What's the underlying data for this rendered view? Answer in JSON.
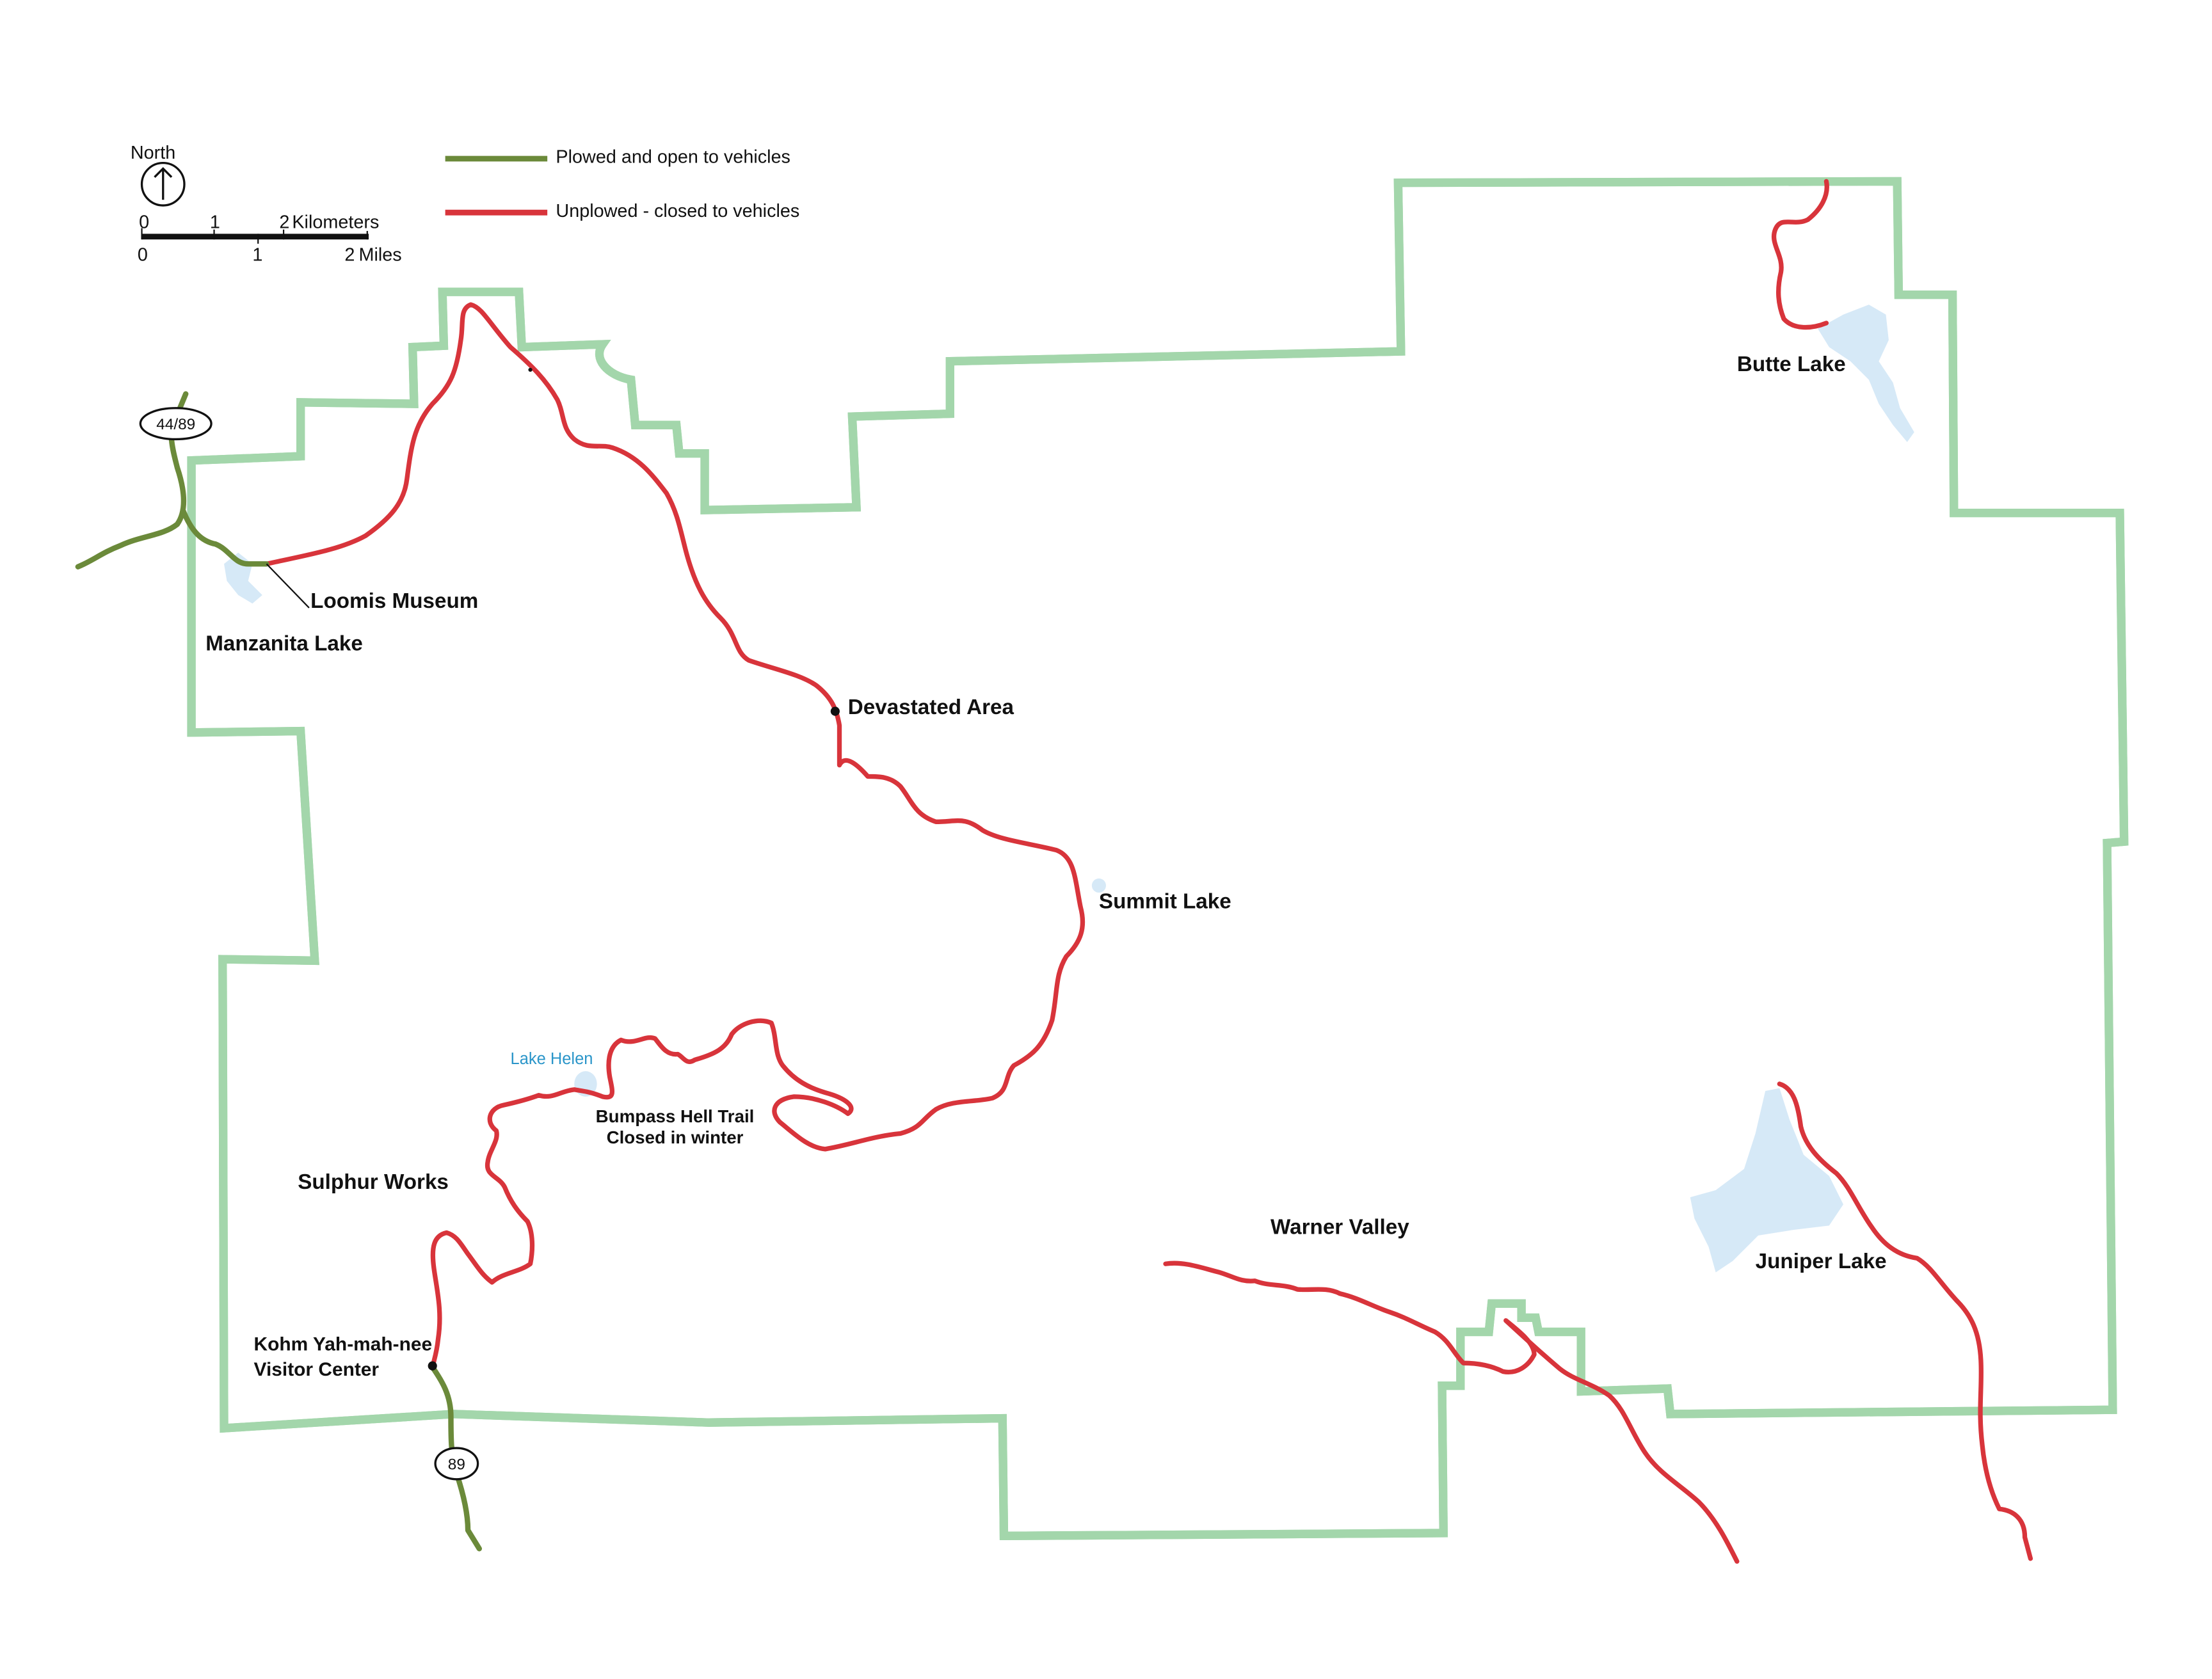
{
  "legend": {
    "north_label": "North",
    "scale_km": {
      "ticks": [
        "0",
        "1",
        "2"
      ],
      "unit": "Kilometers"
    },
    "scale_mi": {
      "ticks": [
        "0",
        "1",
        "2"
      ],
      "unit": "Miles"
    },
    "items": [
      {
        "label": "Plowed and open to vehicles",
        "color": "#6b8a3a"
      },
      {
        "label": "Unplowed - closed to vehicles",
        "color": "#d8343b"
      }
    ]
  },
  "highways": {
    "hwy_44_89": "44/89",
    "hwy_89": "89"
  },
  "places": {
    "butte_lake": "Butte Lake",
    "loomis_museum": "Loomis Museum",
    "manzanita_lake": "Manzanita Lake",
    "devastated_area": "Devastated Area",
    "summit_lake": "Summit Lake",
    "lake_helen": "Lake Helen",
    "bumpass_line1": "Bumpass Hell Trail",
    "bumpass_line2": "Closed in winter",
    "sulphur_works": "Sulphur Works",
    "warner_valley": "Warner Valley",
    "juniper_lake": "Juniper Lake",
    "visitor_center_line1": "Kohm Yah-mah-nee",
    "visitor_center_line2": "Visitor Center"
  },
  "colors": {
    "boundary": "#2aa44e",
    "boundary_fill": "#a3d6ab",
    "lake": "#d6e9f7"
  }
}
